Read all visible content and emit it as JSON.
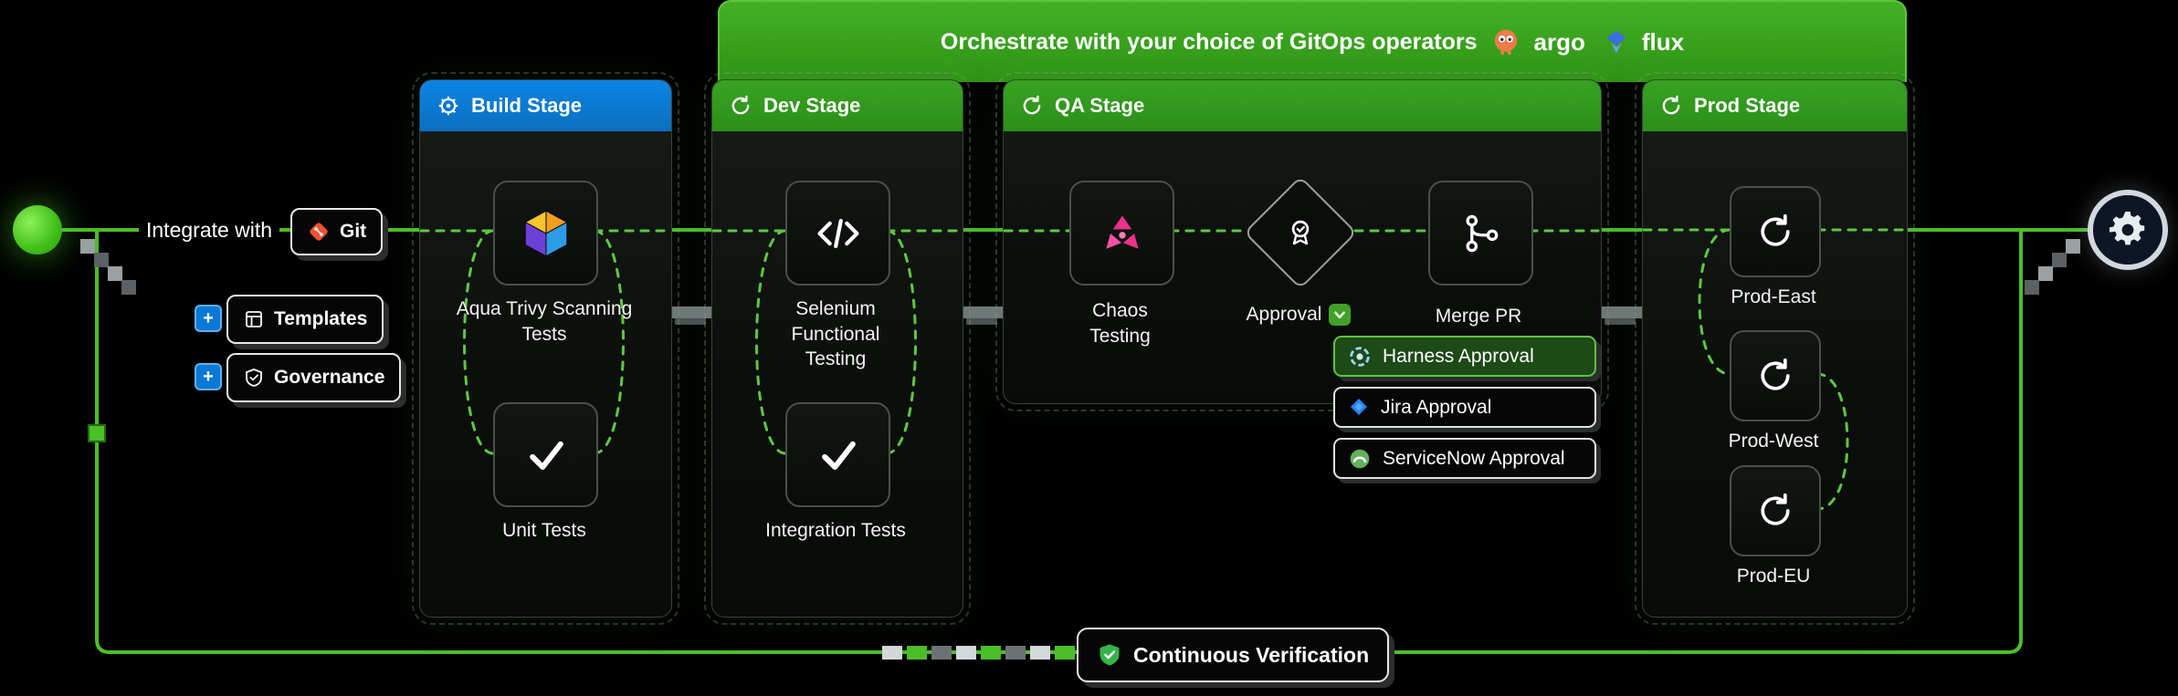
{
  "banner": {
    "text": "Orchestrate with your choice of GitOps operators",
    "argo_label": "argo",
    "flux_label": "flux"
  },
  "left_rail": {
    "integrate_label": "Integrate with",
    "git_label": "Git",
    "templates_label": "Templates",
    "governance_label": "Governance",
    "plus_label": "+"
  },
  "stages": [
    {
      "title": "Build Stage",
      "nodes": [
        {
          "label": "Aqua Trivy Scanning Tests"
        },
        {
          "label": "Unit Tests"
        }
      ]
    },
    {
      "title": "Dev Stage",
      "nodes": [
        {
          "label": "Selenium Functional Testing"
        },
        {
          "label": "Integration Tests"
        }
      ]
    },
    {
      "title": "QA Stage",
      "nodes": [
        {
          "label": "Chaos Testing"
        },
        {
          "label": "Approval"
        },
        {
          "label": "Merge PR"
        }
      ]
    },
    {
      "title": "Prod Stage",
      "nodes": [
        {
          "label": "Prod-East"
        },
        {
          "label": "Prod-West"
        },
        {
          "label": "Prod-EU"
        }
      ]
    }
  ],
  "approval_menu": {
    "selected_index": 0,
    "options": [
      {
        "label": "Harness Approval"
      },
      {
        "label": "Jira Approval"
      },
      {
        "label": "ServiceNow Approval"
      }
    ]
  },
  "footer": {
    "continuous_verification_label": "Continuous Verification"
  },
  "colors": {
    "accent_green": "#4CBE28",
    "banner_green": "#37A31F",
    "build_header_blue": "#0B7CD8",
    "stage_header_green": "#2F9A1E",
    "chaos_pink": "#F0318C",
    "jira_blue": "#2684FF",
    "selected_approval_bg": "#1D4A17"
  }
}
